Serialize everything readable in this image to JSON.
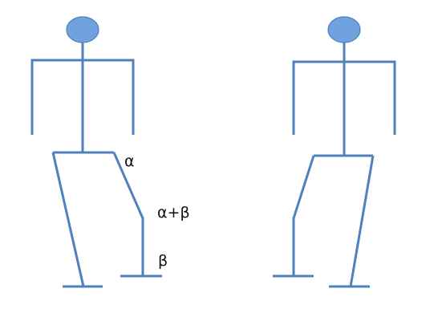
{
  "colors": {
    "stroke": "#4f81bd",
    "head_fill": "#71a2e0",
    "head_outline": "#4a7ebb",
    "label_text": "#111111"
  },
  "labels": {
    "alpha": "α",
    "alpha_plus_beta": "α+β",
    "beta": "β"
  }
}
